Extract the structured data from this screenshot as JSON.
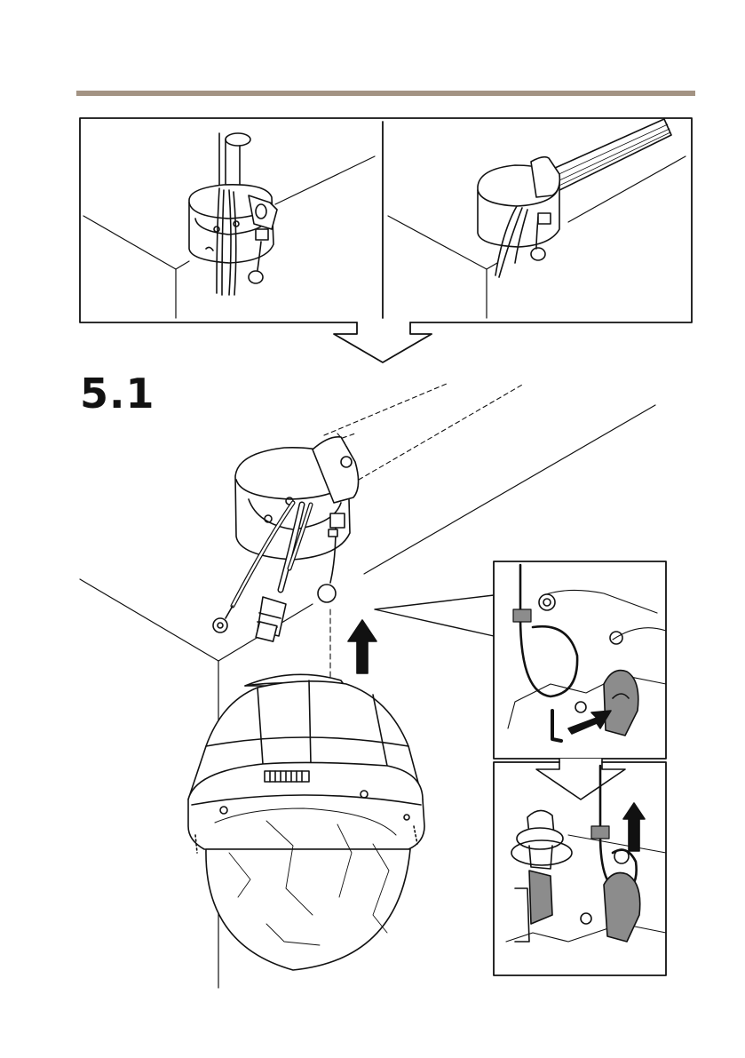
{
  "page": {
    "step_number": "5.1"
  },
  "colors": {
    "header_rule": "#a39383",
    "line": "#111111",
    "cable_fill": "#ffffff",
    "connector_grey": "#8c8c8c",
    "dark_grey": "#6e6e6e"
  },
  "panels": [
    {
      "name": "top-left-panel",
      "description_icon": "junction-box-conduit-from-above-icon"
    },
    {
      "name": "top-right-panel",
      "description_icon": "junction-box-conduit-from-side-icon"
    },
    {
      "name": "detail-panel-top",
      "description_icon": "safety-wire-hook-icon"
    },
    {
      "name": "detail-panel-bottom",
      "description_icon": "safety-wire-attached-icon"
    }
  ]
}
